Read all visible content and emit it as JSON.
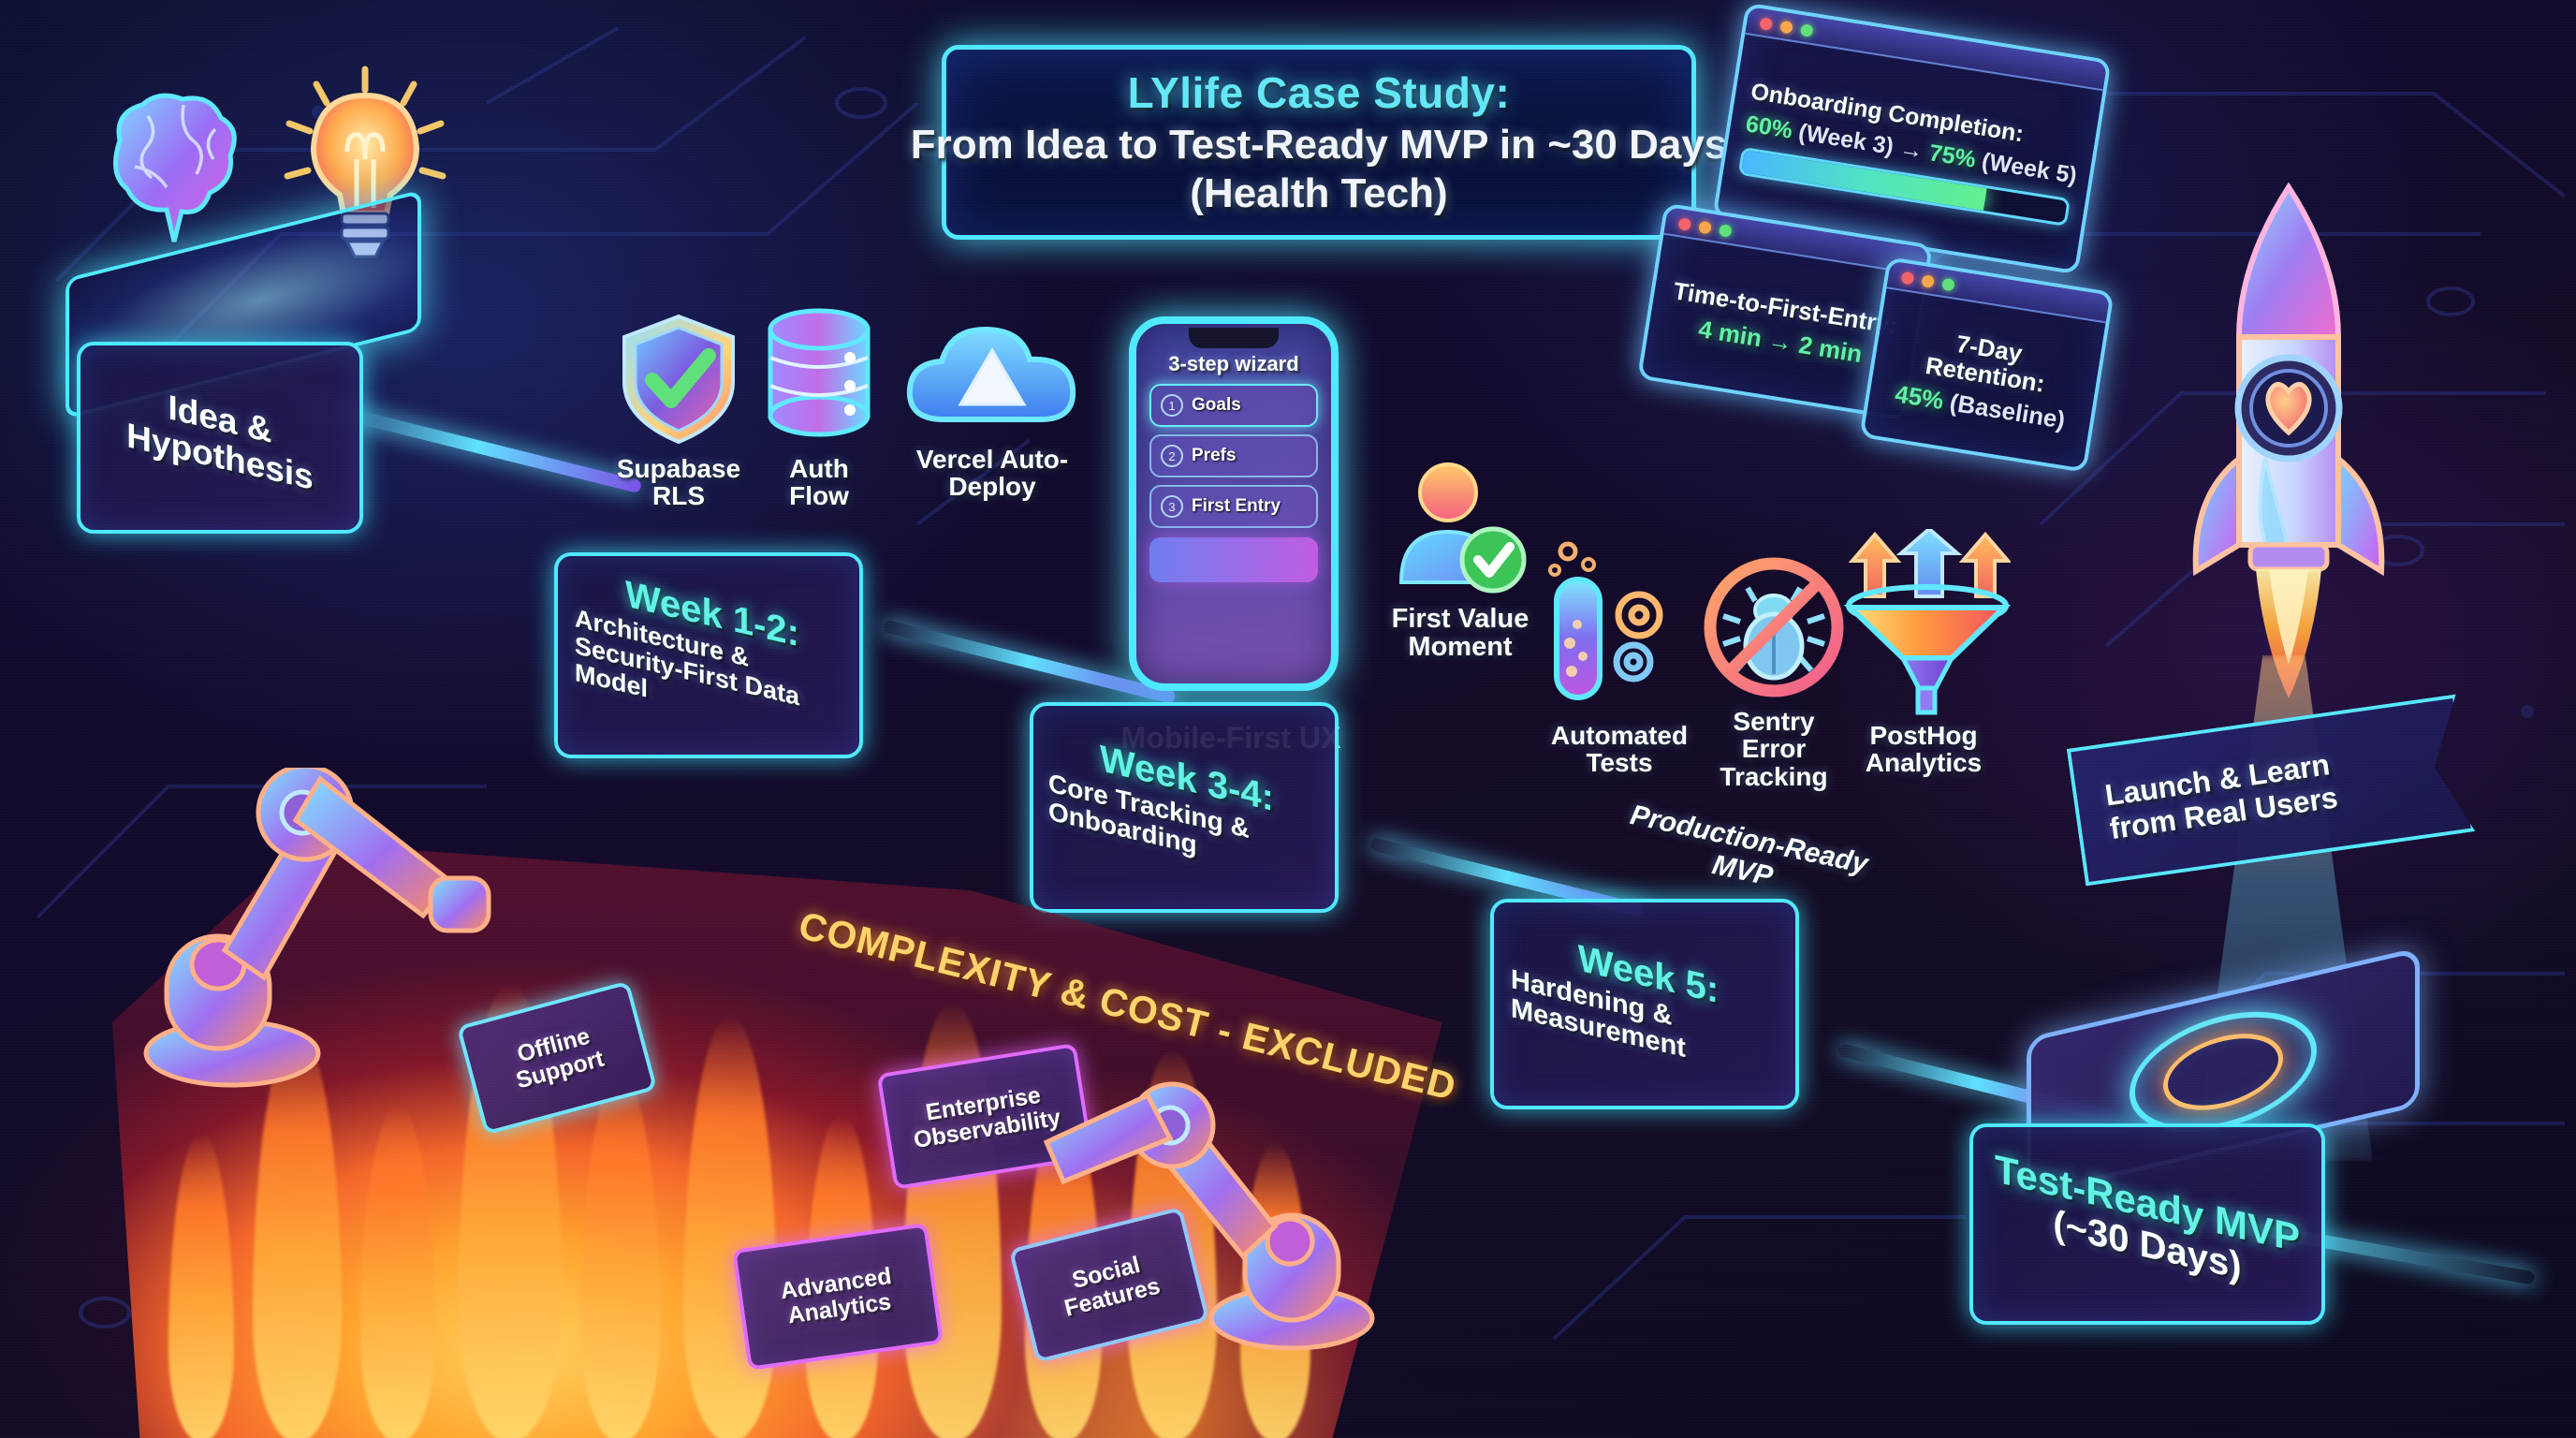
{
  "title": {
    "line1": "LYlife Case Study:",
    "line2": "From Idea to Test-Ready MVP in ~30 Days",
    "line3": "(Health Tech)"
  },
  "metrics": [
    {
      "name": "onboarding-completion",
      "label": "Onboarding Completion:",
      "value_from": "60%",
      "from_note": "(Week 3)",
      "arrow": "→",
      "value_to": "75%",
      "to_note": "(Week 5)",
      "progress_percent": 75
    },
    {
      "name": "time-to-first-entry",
      "label": "Time-to-First-Entry:",
      "value_from": "4 min",
      "arrow": "→",
      "value_to": "2 min"
    },
    {
      "name": "seven-day-retention",
      "label": "7-Day Retention:",
      "value_from": "45%",
      "from_note": "(Baseline)"
    }
  ],
  "stages": [
    {
      "id": "idea",
      "heading": "Idea &",
      "subheading": "Hypothesis",
      "icons": [
        "brain-icon",
        "lightbulb-icon"
      ]
    },
    {
      "id": "week-1-2",
      "heading": "Week 1-2:",
      "subheading": "Architecture & Security-First Data Model",
      "icons": [
        {
          "name": "shield-check-icon",
          "caption": "Supabase RLS"
        },
        {
          "name": "database-icon",
          "caption": "Auth Flow"
        },
        {
          "name": "cloud-deploy-icon",
          "caption": "Vercel Auto-Deploy"
        }
      ]
    },
    {
      "id": "week-3-4",
      "heading": "Week 3-4:",
      "subheading": "Core Tracking & Onboarding",
      "callout": "Mobile-First UX",
      "icons": [
        {
          "name": "user-check-icon",
          "caption": "First Value Moment"
        }
      ]
    },
    {
      "id": "week-5",
      "heading": "Week 5:",
      "subheading": "Hardening & Measurement",
      "callout": "Production-Ready MVP",
      "icons": [
        {
          "name": "test-tube-gears-icon",
          "caption": "Automated Tests"
        },
        {
          "name": "no-bug-icon",
          "caption": "Sentry Error Tracking"
        },
        {
          "name": "funnel-arrows-icon",
          "caption": "PostHog Analytics"
        }
      ]
    },
    {
      "id": "final",
      "heading": "Test-Ready MVP",
      "subheading": "(~30 Days)"
    }
  ],
  "phone": {
    "wizard_title": "3-step wizard",
    "steps": [
      {
        "num": "1",
        "label": "Goals"
      },
      {
        "num": "2",
        "label": "Prefs"
      },
      {
        "num": "3",
        "label": "First Entry"
      }
    ]
  },
  "excluded": {
    "title": "COMPLEXITY & COST - EXCLUDED",
    "items": [
      "Offline Support",
      "Enterprise Observability",
      "Advanced Analytics",
      "Social Features"
    ]
  },
  "launch": {
    "banner_line1": "Launch & Learn",
    "banner_line2": "from Real Users",
    "icon": "rocket-icon"
  },
  "colors": {
    "cyan": "#4fe9ff",
    "teal_heading": "#63f2e6",
    "purple_edge": "#b06bff",
    "magenta": "#e06bff",
    "green_metric": "#63f0a8",
    "amber_excluded": "#ffd36a",
    "background": "#0d1030"
  }
}
